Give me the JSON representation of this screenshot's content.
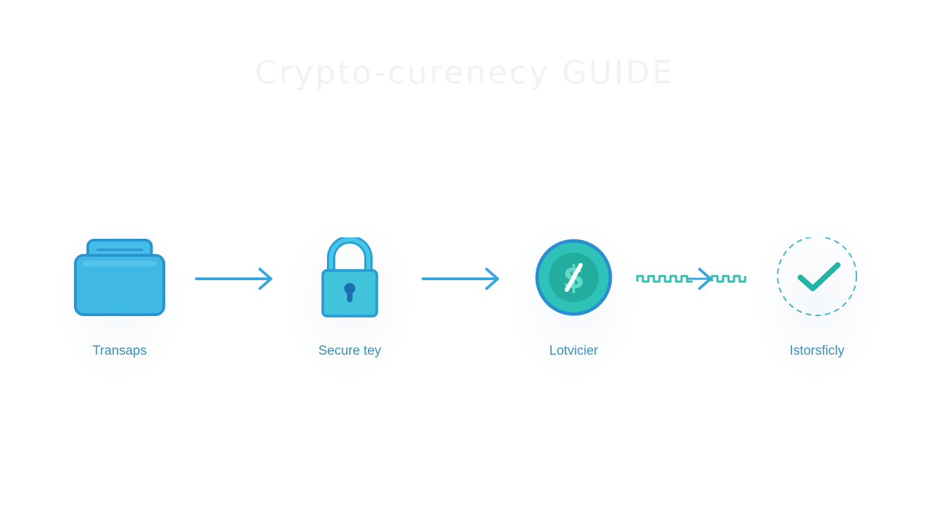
{
  "title": "Crypto-curenecy GUIDE",
  "colors": {
    "accent_blue": "#3fb3e0",
    "deep_blue": "#2a8fcc",
    "teal": "#2bbfae",
    "label_text": "#3a8fb8",
    "title_text": "#f1f2f3"
  },
  "steps": [
    {
      "label": "Transaps",
      "icon": "wallet-icon"
    },
    {
      "label": "Secure tey",
      "icon": "padlock-icon"
    },
    {
      "label": "Lotvicier",
      "icon": "dollar-coin-icon"
    },
    {
      "label": "Istorsficly",
      "icon": "checkmark-circle-icon"
    }
  ],
  "connectors": [
    {
      "style": "solid-arrow"
    },
    {
      "style": "solid-arrow"
    },
    {
      "style": "zigzag-arrow"
    }
  ]
}
